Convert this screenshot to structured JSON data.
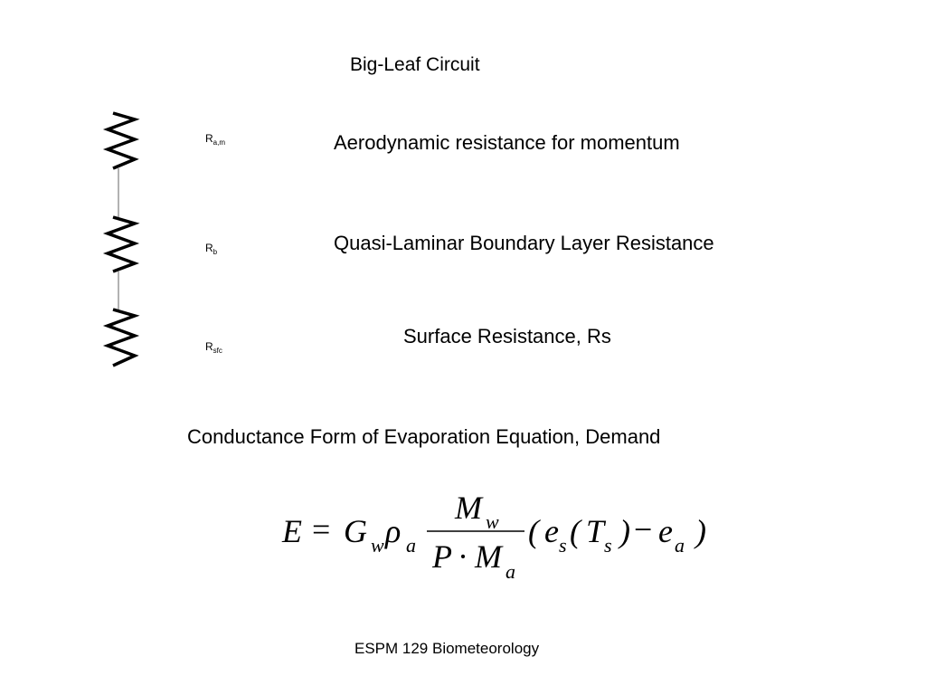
{
  "title": "Big-Leaf Circuit",
  "resistors": [
    {
      "symbol": "R",
      "subscript": "a,m",
      "description": "Aerodynamic resistance for momentum"
    },
    {
      "symbol": "R",
      "subscript": "b",
      "description": "Quasi-Laminar Boundary Layer Resistance"
    },
    {
      "symbol": "R",
      "subscript": "sfc",
      "description": "Surface Resistance, Rs"
    }
  ],
  "equation_heading": "Conductance Form of Evaporation Equation, Demand",
  "equation": {
    "lhs": "E",
    "equals": "=",
    "G": "G",
    "G_sub": "w",
    "rho": "ρ",
    "rho_sub": "a",
    "num": "M",
    "num_sub": "w",
    "den_P": "P",
    "den_dot": "·",
    "den_M": "M",
    "den_sub": "a",
    "open_paren": "(",
    "e1": "e",
    "e1_sub": "s",
    "inner_open": "(",
    "T": "T",
    "T_sub": "s",
    "inner_close": ")",
    "minus": "−",
    "e2": "e",
    "e2_sub": "a",
    "close_paren": ")"
  },
  "footer": "ESPM 129 Biometeorology"
}
